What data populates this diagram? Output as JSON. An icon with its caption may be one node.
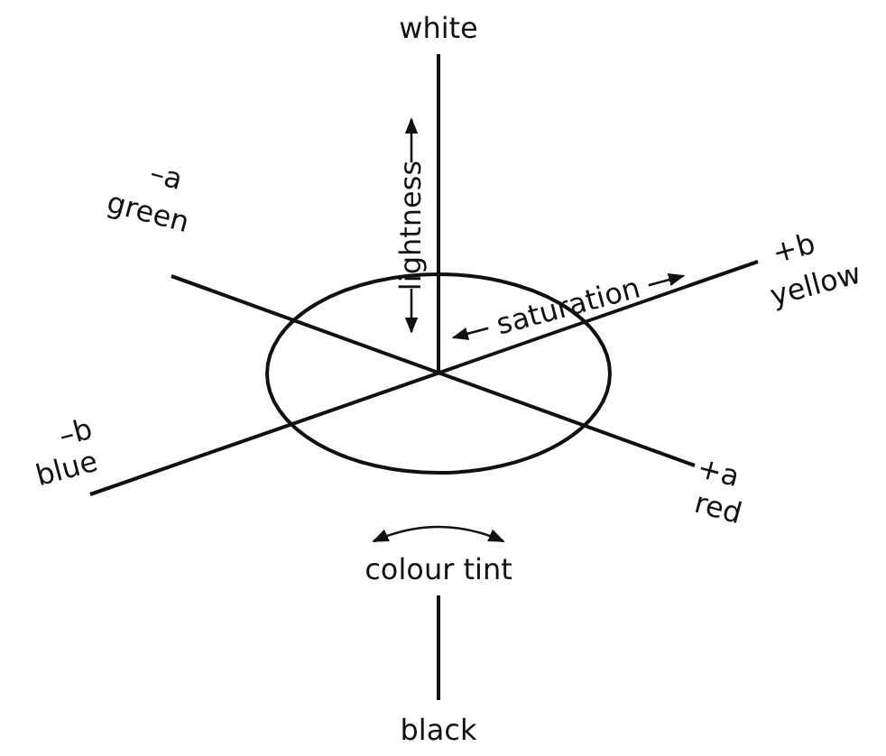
{
  "diagram": {
    "labels": [
      "white",
      "lightness",
      "–a",
      "green",
      "saturation",
      "+b",
      "yellow",
      "–b",
      "blue",
      "+a",
      "red",
      "colour tint",
      "black"
    ]
  }
}
